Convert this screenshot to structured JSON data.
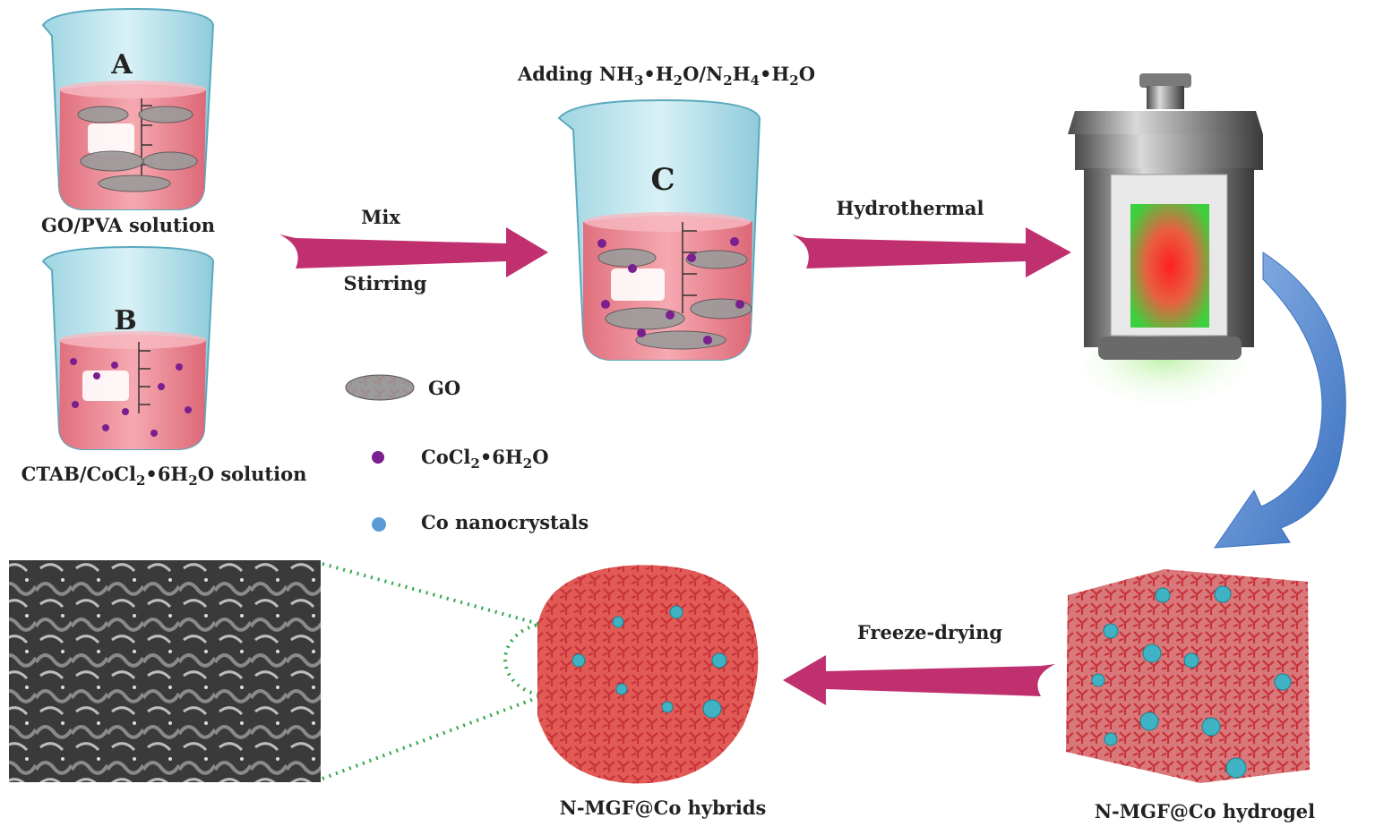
{
  "beakers": {
    "a": {
      "letter": "A",
      "caption": "GO/PVA solution"
    },
    "b": {
      "letter": "B",
      "caption_parts": [
        "CTAB/CoCl",
        "2",
        "•6H",
        "2",
        "O solution"
      ]
    },
    "c": {
      "letter": "C",
      "caption_parts": [
        "Adding NH",
        "3",
        "•H",
        "2",
        "O/N",
        "2",
        "H",
        "4",
        "•H",
        "2",
        "O"
      ]
    }
  },
  "steps": {
    "mix": "Mix",
    "stirring": "Stirring",
    "hydrothermal": "Hydrothermal",
    "freeze_drying": "Freeze-drying"
  },
  "legend": {
    "go": "GO",
    "cocl2_parts": [
      "CoCl",
      "2",
      "•6H",
      "2",
      "O"
    ],
    "co_nanocrystals": "Co nanocrystals"
  },
  "products": {
    "hybrids": "N-MGF@Co hybrids",
    "hydrogel": "N-MGF@Co hydrogel"
  },
  "colors": {
    "arrow": "#c0306f",
    "liquid": "#ef8f9a",
    "glass": "#bfe6ef",
    "cocl2_dot": "#7a1f8f",
    "co_dot": "#5b9bd5",
    "network": "#c8323a",
    "nanocrystal": "#3fb3c4",
    "zoom_line": "#2fa84a",
    "curve_arrow": "#5b8fd0"
  }
}
